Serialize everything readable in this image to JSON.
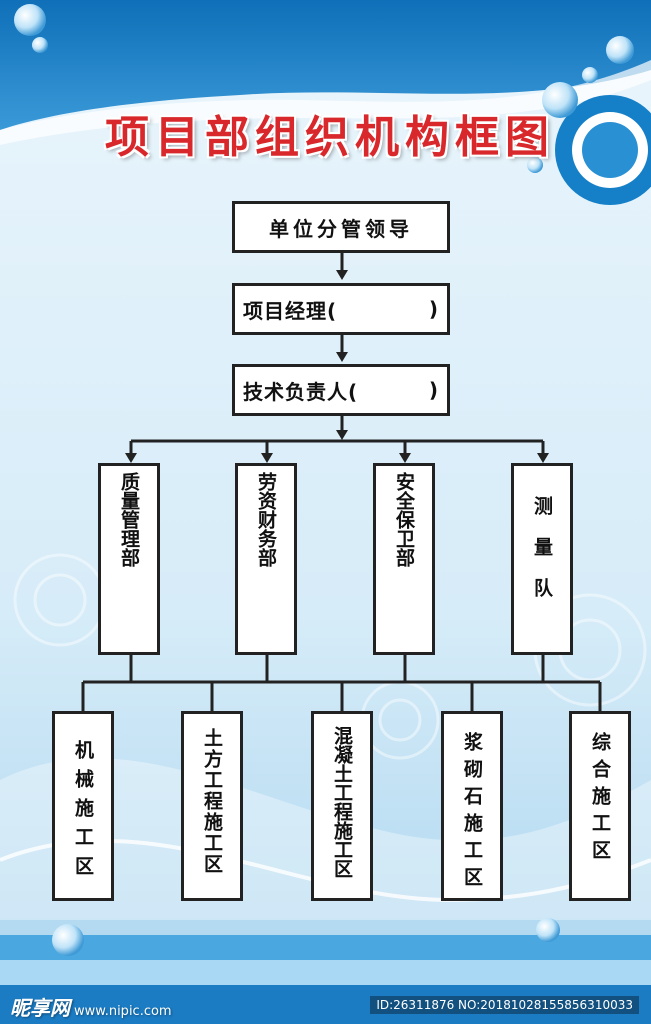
{
  "title": "项目部组织机构框图",
  "level1": {
    "label": "单位分管领导"
  },
  "level2": {
    "label": "项目经理(",
    "close": ")"
  },
  "level3": {
    "label": "技术负责人(",
    "close": ")"
  },
  "departments": [
    {
      "label": "质量管理部"
    },
    {
      "label": "劳资财务部"
    },
    {
      "label": "安全保卫部"
    },
    {
      "label": "测量队"
    }
  ],
  "work_areas": [
    {
      "label": "机械施工区"
    },
    {
      "label": "土方工程施工区"
    },
    {
      "label": "混凝土工程施工区"
    },
    {
      "label": "浆砌石施工区"
    },
    {
      "label": "综合施工区"
    }
  ],
  "watermark": {
    "logo": "昵享网",
    "url": "www.nipic.com",
    "id": "ID:26311876 NO:20181028155856310033"
  },
  "colors": {
    "title": "#d8282c",
    "background_top": "#1d7fc4",
    "background_light": "#e8f4fb"
  }
}
